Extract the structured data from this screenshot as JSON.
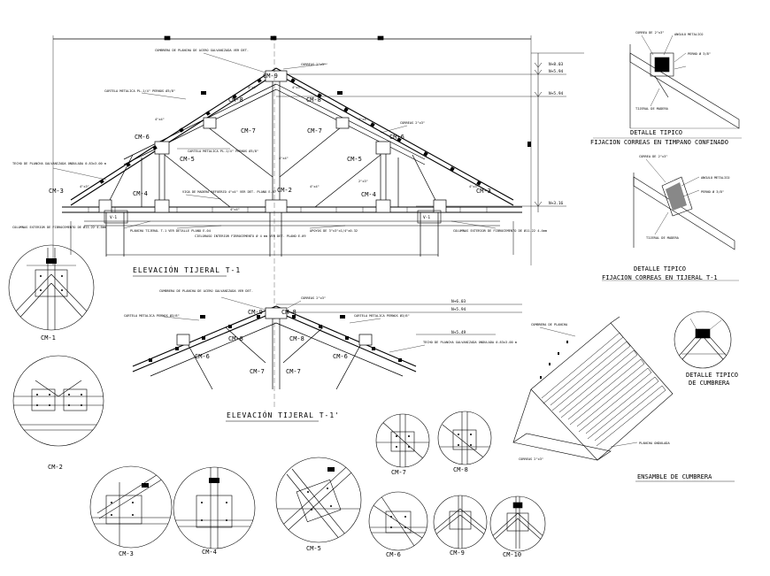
{
  "elevation_t1": {
    "title": "ELEVACIÓN TIJERAL T-1",
    "members": [
      "CM-9",
      "CM-8",
      "CM-8",
      "CM-7",
      "CM-7",
      "CM-6",
      "CM-6",
      "CM-5",
      "CM-5",
      "CM-4",
      "CM-4",
      "CM-3",
      "CM-3",
      "CM-2"
    ],
    "levels": [
      "N+8.03",
      "N+5.94",
      "N+5.94",
      "N+3.16"
    ],
    "v_labels": [
      "V-1",
      "V-1"
    ],
    "notes": {
      "ridge_plate": "CUMBRERA DE PLANCHA DE ACERO GALVANIZADA VER DET.",
      "corr_top": "CORREAS 2\"x3\"",
      "cartela_top": "CARTELA METALICA PL-1/4\" PERNOS Ø3/8\"",
      "cartela_mid": "CARTELA METALICA PL-1/4\" PERNOS Ø3/8\"",
      "roof": "TECHO DE PLANCHA GALVANIZADA ONDULADA 0.83x3.00 m",
      "corr_right": "CORREAS 2\"x3\"",
      "viga": "VIGA DE MADERA REFUERZO 4\"x4\" VER DET. PLANO E-07",
      "tijeral": "PLANCHA TIJERAL T-1 VER DETALLE PLANO E-04",
      "cielo": "CIELORASO INTERIOR FIBROCEMENTO Ø 4 mm VER DET. PLANO E-09",
      "apoyo": "APOYOS DE 3\"x3\"x1/4\"x0.32",
      "gotero_l": "COLUMNAS EXTERIOR DE FIBROCEMENTO DE Ø11.22 4-4mm",
      "gotero_r": "COLUMNAS EXTERIOR DE FIBROCEMENTO DE Ø11.22 4-4mm"
    },
    "dims": [
      "4\"x4\"",
      "4\"x4\"",
      "4\"x4\"",
      "4\"x4\"",
      "4\"x3\"",
      "4\"x3\"",
      "4\"x3\"",
      "4\"x3\"",
      "2\"x3\"",
      "4\"x4\""
    ]
  },
  "elevation_t1p": {
    "title": "ELEVACIÓN TIJERAL T-1'",
    "members": [
      "CM-9",
      "CM-8",
      "CM-8",
      "CM-8",
      "CM-7",
      "CM-7",
      "CM-6",
      "CM-6"
    ],
    "levels": [
      "N+6.03",
      "N+5.94",
      "N+5.49"
    ],
    "notes": {
      "ridge_plate": "CUMBRERA DE PLANCHA DE ACERO GALVANIZADA VER DET.",
      "corr": "CORREAS 2\"x3\"",
      "cartela_l": "CARTELA METALICA PERNOS Ø3/8\"",
      "cartela_r": "CARTELA METALICA PERNOS Ø3/8\"",
      "roof": "TECHO DE PLANCHA GALVANIZADA ONDULADA 0.83x3.00 m"
    }
  },
  "details": {
    "d1_title": "DETALLE TIPICO",
    "d1_sub": "FIJACION CORREAS EN TIMPANO CONFINADO",
    "d2_title": "DETALLE TIPICO",
    "d2_sub": "FIJACION CORREAS EN TIJERAL T-1",
    "d3_title": "DETALLE TIPICO",
    "d3_sub": "DE CUMBRERA",
    "ensamble": "ENSAMBLE DE CUMBRERA",
    "d1_notes": [
      "CORREA DE 2\"x3\"",
      "ANGULO METALICO",
      "PERNO Ø 3/8\"",
      "TIJERAL DE MADERA"
    ],
    "d2_notes": [
      "CORREA DE 2\"x3\"",
      "ANGULO METALICO",
      "TIJERAL DE MADERA",
      "PERNO Ø 3/8\""
    ],
    "ens_notes": [
      "CUMBRERA DE PLANCHA",
      "PLANCHA ONDULADA",
      "CORREAS 2\"x3\""
    ]
  },
  "connections": {
    "cm1": "CM-1",
    "cm2": "CM-2",
    "cm3": "CM-3",
    "cm4": "CM-4",
    "cm5": "CM-5",
    "cm6": "CM-6",
    "cm7": "CM-7",
    "cm8": "CM-8",
    "cm9": "CM-9",
    "cm10": "CM-10"
  }
}
